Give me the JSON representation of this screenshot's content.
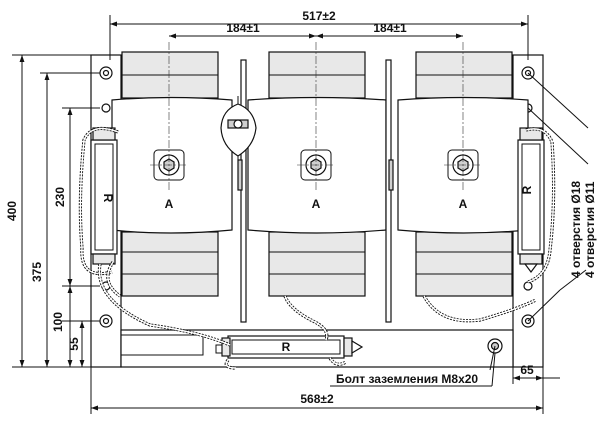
{
  "dimensions": {
    "overall_width_top": "517±2",
    "spacing_left": "184±1",
    "spacing_right": "184±1",
    "height_total": "400",
    "height_375": "375",
    "height_230": "230",
    "height_100": "100",
    "height_55": "55",
    "overall_width_bottom": "568±2",
    "right_offset": "65"
  },
  "labels": {
    "coil_a1": "A",
    "coil_a2": "A",
    "coil_a3": "A",
    "resistor_left": "R",
    "resistor_right": "R",
    "resistor_bottom": "R",
    "holes_18": "4 отверстия Ø18",
    "holes_11": "4 отверстия Ø11",
    "ground_bolt": "Болт заземления М8х20"
  }
}
